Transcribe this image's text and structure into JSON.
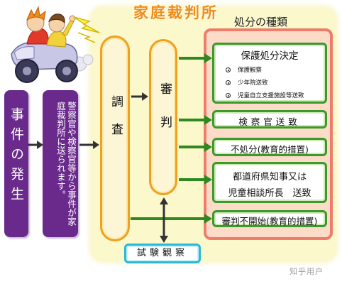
{
  "court": {
    "title": "家庭裁判所",
    "disposal_title": "処分の種類"
  },
  "flow": {
    "incident": "事件の発生",
    "sent_to_court": "警察官や検察官等から事件が家庭裁判所に送られます。",
    "investigation": "調査",
    "trial": "審判",
    "probation_observation": "試験観察"
  },
  "disposals": {
    "protective": {
      "label": "保護処分決定",
      "items": [
        "保護観察",
        "少年院送致",
        "児童自立支援施設等送致"
      ]
    },
    "prosecutor": "検察官送致",
    "no_disposition": "不処分(教育的措置)",
    "governor": {
      "line1": "都道府県知事又は",
      "line2": "児童相談所長　送致"
    },
    "no_trial": "審判不開始(教育的措置)"
  },
  "watermark": "知乎用户",
  "colors": {
    "purple": "#6a2a8c",
    "orange": "#f0a020",
    "green": "#3c9a2a",
    "cyan": "#2ab8d8",
    "court_bg": "#fbf8cc",
    "panel": "#fcdcc8",
    "title": "#f08c18"
  },
  "icons": {
    "illustration": "motorcycle-riders-illustration",
    "lightning": "lightning-icon"
  }
}
